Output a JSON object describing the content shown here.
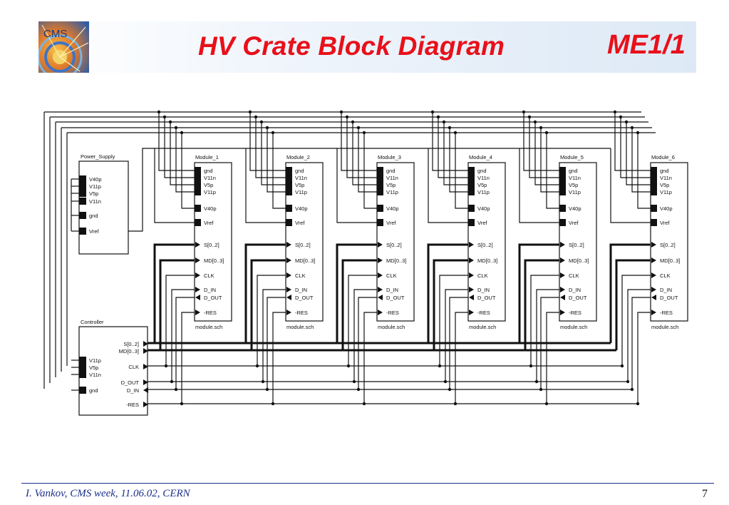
{
  "title": "HV Crate Block Diagram",
  "subtitle": "ME1/1",
  "logo_text": "CMS",
  "footer": {
    "author": "I. Vankov, CMS week, 11.06.02, CERN",
    "page_number": "7"
  },
  "diagram": {
    "power_supply": {
      "name": "Power_Supply",
      "pins": [
        "V40p",
        "V11p",
        "V5p",
        "V11n",
        "gnd",
        "Vref"
      ]
    },
    "controller": {
      "name": "Controller",
      "power_pins": [
        "V11p",
        "V5p",
        "V11n",
        "gnd"
      ],
      "signal_pins": [
        "S[0..2]",
        "MD[0..3]",
        "CLK",
        "D_OUT",
        "D_IN",
        "-RES"
      ]
    },
    "modules": [
      {
        "name": "Module_1",
        "file": "module.sch"
      },
      {
        "name": "Module_2",
        "file": "module.sch"
      },
      {
        "name": "Module_3",
        "file": "module.sch"
      },
      {
        "name": "Module_4",
        "file": "module.sch"
      },
      {
        "name": "Module_5",
        "file": "module.sch"
      },
      {
        "name": "Module_6",
        "file": "module.sch"
      }
    ],
    "module_pins": [
      "gnd",
      "V11n",
      "V5p",
      "V11p",
      "V40p",
      "Vref",
      "S[0..2]",
      "MD[0..3]",
      "CLK",
      "D_IN",
      "D_OUT",
      "-RES"
    ]
  }
}
